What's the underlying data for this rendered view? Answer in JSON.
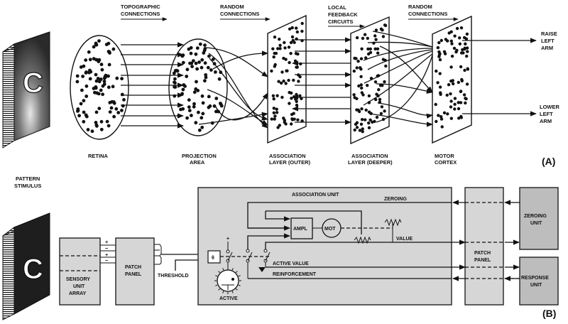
{
  "panel_a": {
    "id_label": "(A)",
    "stages": [
      {
        "key": "retina",
        "label": [
          "RETINA"
        ]
      },
      {
        "key": "projection",
        "label": [
          "PROJECTION",
          "AREA"
        ]
      },
      {
        "key": "assoc_outer",
        "label": [
          "ASSOCIATION",
          "LAYER (OUTER)"
        ]
      },
      {
        "key": "assoc_deeper",
        "label": [
          "ASSOCIATION",
          "LAYER (DEEPER)"
        ]
      },
      {
        "key": "motor",
        "label": [
          "MOTOR",
          "CORTEX"
        ]
      }
    ],
    "connection_labels": [
      {
        "key": "topographic",
        "lines": [
          "TOPOGRAPHIC",
          "CONNECTIONS"
        ]
      },
      {
        "key": "random1",
        "lines": [
          "RANDOM",
          "CONNECTIONS"
        ]
      },
      {
        "key": "feedback",
        "lines": [
          "LOCAL",
          "FEEDBACK",
          "CIRCUITS"
        ]
      },
      {
        "key": "random2",
        "lines": [
          "RANDOM",
          "CONNECTIONS"
        ]
      }
    ],
    "outputs": [
      {
        "key": "raise",
        "lines": [
          "RAISE",
          "LEFT",
          "ARM"
        ]
      },
      {
        "key": "lower",
        "lines": [
          "LOWER",
          "LEFT",
          "ARM"
        ]
      }
    ],
    "stimulus_letter": "C"
  },
  "panel_b": {
    "id_label": "(B)",
    "stimulus_label": [
      "PATTERN",
      "STIMULUS"
    ],
    "stimulus_letter": "C",
    "sensory_array": [
      "SENSORY",
      "UNIT",
      "ARRAY"
    ],
    "patch_panel_left": [
      "PATCH",
      "PANEL"
    ],
    "polarity_marks": [
      "+",
      "−",
      "+",
      "−"
    ],
    "threshold_label": "THRESHOLD",
    "association_unit": {
      "title": "ASSOCIATION UNIT",
      "zeroing": "ZEROING",
      "ampl": "AMPL",
      "mot": "MOT",
      "value": "VALUE",
      "active_value": "ACTIVE VALUE",
      "reinforcement": "REINFORCEMENT",
      "active": "ACTIVE",
      "threshold_symbol": "θ",
      "plus": "+"
    },
    "patch_panel_right": [
      "PATCH",
      "PANEL"
    ],
    "zeroing_unit": [
      "ZEROING",
      "UNIT"
    ],
    "response_unit": [
      "RESPONSE",
      "UNIT"
    ]
  }
}
